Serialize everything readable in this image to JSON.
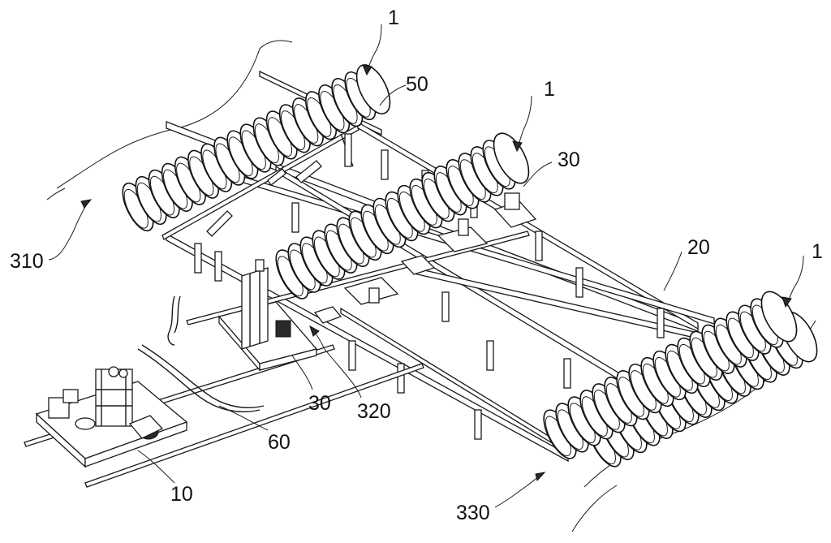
{
  "labels": {
    "tube_top": "1",
    "tube_middle": "1",
    "tube_right": "1",
    "bracket": "50",
    "carriage_right": "30",
    "rail": "20",
    "seabed_left": "310",
    "carriage_front": "30",
    "arrow_mid": "320",
    "hose": "60",
    "base_unit": "10",
    "seabed_right": "330"
  }
}
